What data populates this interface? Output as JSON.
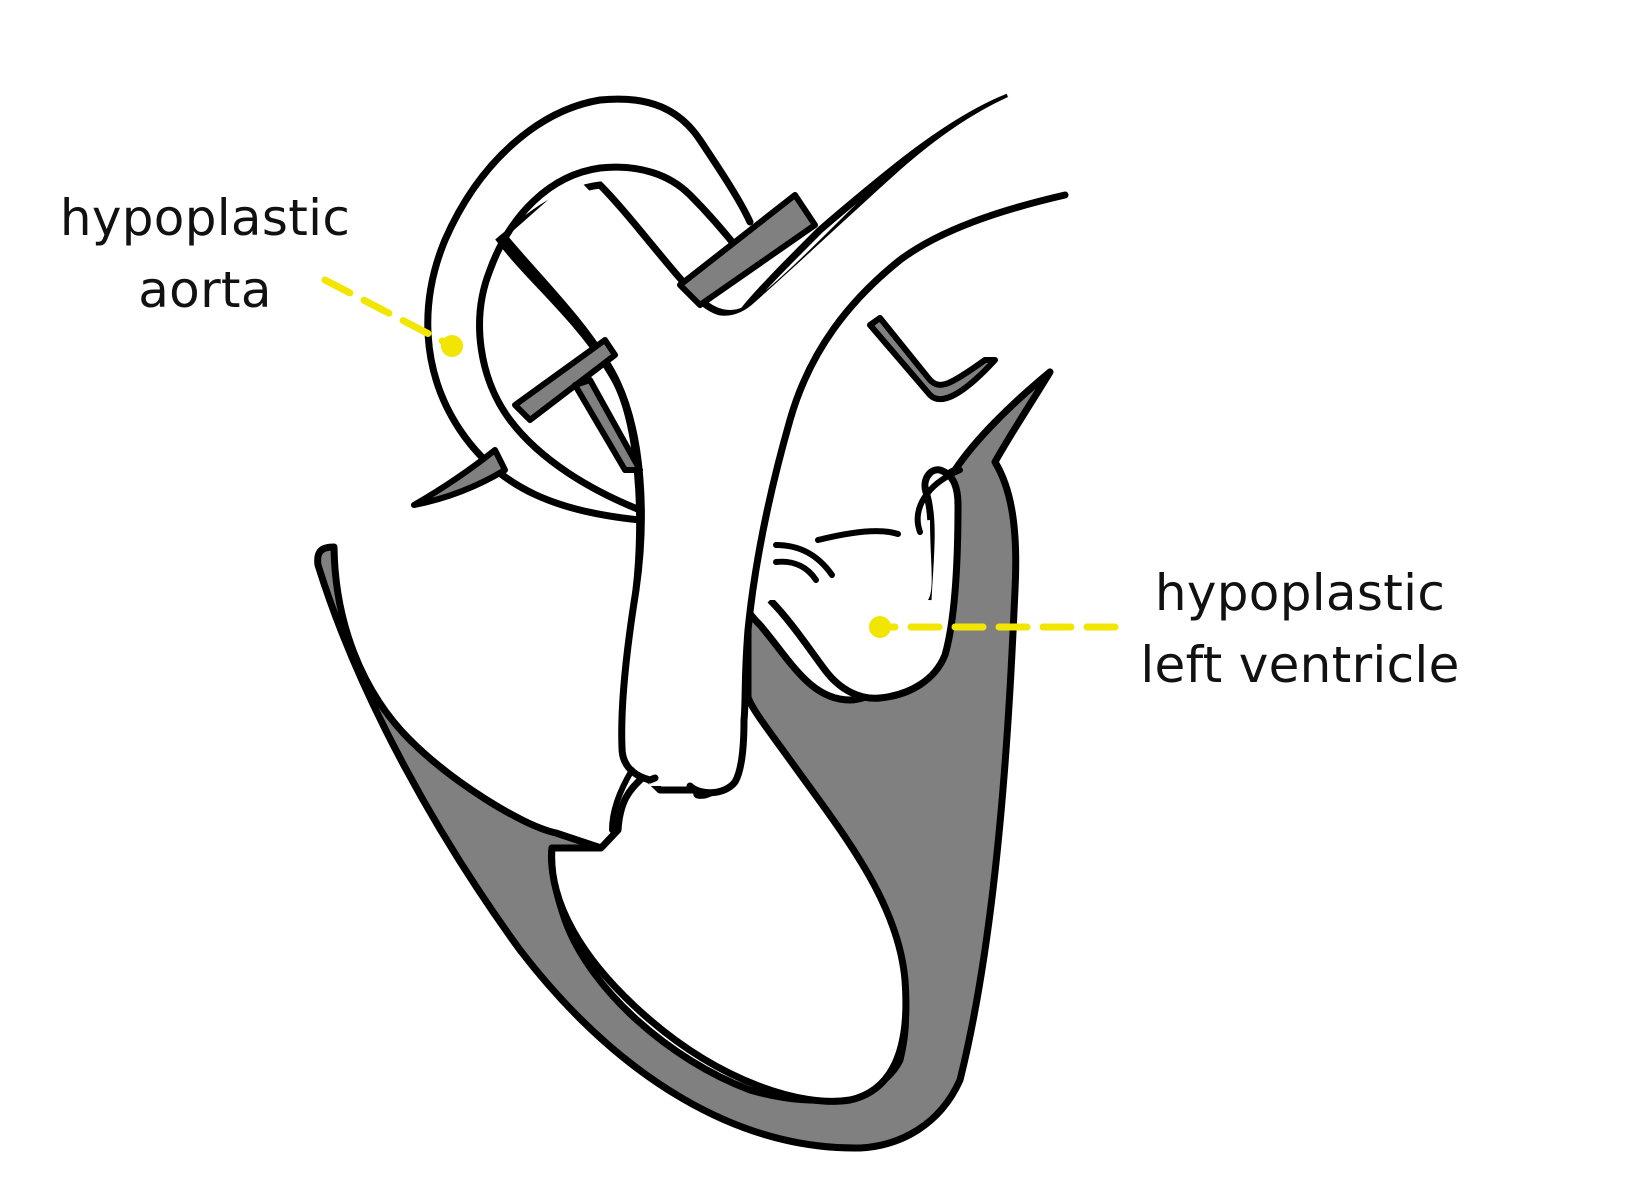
{
  "labels": {
    "aorta": {
      "line1": "hypoplastic",
      "line2": "aorta"
    },
    "left_ventricle": {
      "line1": "hypoplastic",
      "line2": "left ventricle"
    }
  },
  "colors": {
    "outline": "#000000",
    "muscle_fill": "#808080",
    "chamber_fill": "#ffffff",
    "leader_line": "#f2e600",
    "text": "#111111"
  }
}
